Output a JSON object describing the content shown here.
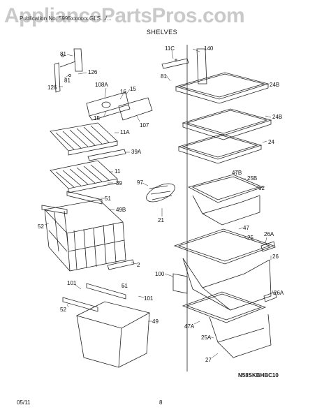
{
  "header": {
    "watermark": "AppliancePartsPros.com",
    "subtitle": "Publication No. 5995xxxxxx   GLS.../...",
    "section_title": "SHELVES"
  },
  "callouts": {
    "c81a": "81",
    "c126a": "126",
    "c81b": "81",
    "c126b": "126",
    "c108A": "108A",
    "c16": "16",
    "c15a": "15",
    "c15b": "15",
    "c107": "107",
    "c11C": "11C",
    "c140": "140",
    "c81c": "81",
    "c24Ba": "24B",
    "c24Bb": "24B",
    "c24": "24",
    "c11A": "11A",
    "c39A": "39A",
    "c11": "11",
    "c39": "39",
    "c97": "97",
    "c47B": "47B",
    "c25B": "25B",
    "c62": "62",
    "c21": "21",
    "c51a": "51",
    "c49B": "49B",
    "c52a": "52",
    "c47": "47",
    "c25": "25",
    "c26A": "26A",
    "c26": "26",
    "c2": "2",
    "c100": "100",
    "c101a": "101",
    "c51b": "51",
    "c101b": "101",
    "c52b": "52",
    "c49": "49",
    "c26Ab": "26A",
    "c47A": "47A",
    "c25A": "25A",
    "c27": "27"
  },
  "footer": {
    "drawing_code": "N58SKBHBC10",
    "date": "05/11",
    "page": "8"
  }
}
